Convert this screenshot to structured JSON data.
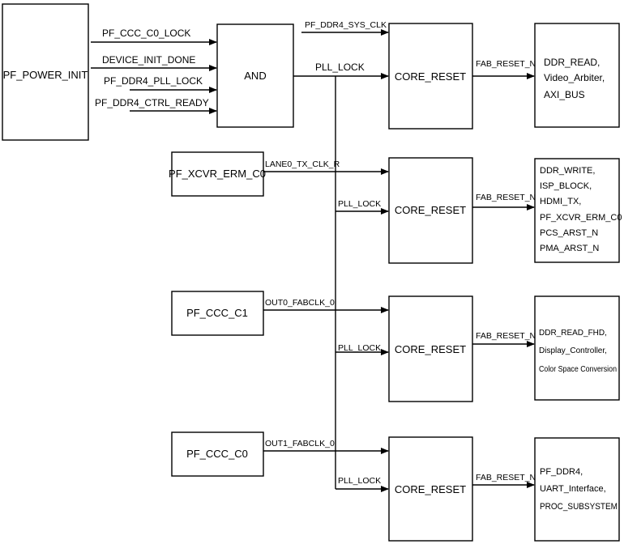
{
  "blocks": {
    "power_init": "PF_POWER_INIT",
    "and_gate": "AND",
    "xcvr": "PF_XCVR_ERM_C0",
    "ccc_c1": "PF_CCC_C1",
    "ccc_c0": "PF_CCC_C0",
    "core_reset": "CORE_RESET"
  },
  "and_inputs": [
    "PF_CCC_C0_LOCK",
    "DEVICE_INIT_DONE",
    "PF_DDR4_PLL_LOCK",
    "PF_DDR4_CTRL_READY"
  ],
  "signals": {
    "pll_lock_main": "PLL_LOCK",
    "pll_lock": "PLL_LOCK",
    "ddr4_sys_clk": "PF_DDR4_SYS_CLK",
    "lane0_tx_clk": "LANE0_TX_CLK_R",
    "out0_fabclk": "OUT0_FABCLK_0",
    "out1_fabclk": "OUT1_FABCLK_0",
    "fab_reset": "FAB_RESET_N"
  },
  "outputs": {
    "row1": [
      "DDR_READ,",
      "Video_Arbiter,",
      "AXI_BUS"
    ],
    "row2": [
      "DDR_WRITE,",
      "ISP_BLOCK,",
      "HDMI_TX,",
      "PF_XCVR_ERM_C0",
      "PCS_ARST_N",
      "PMA_ARST_N"
    ],
    "row3": [
      "DDR_READ_FHD,",
      "Display_Controller,",
      "Color Space Conversion"
    ],
    "row4": [
      "PF_DDR4,",
      "UART_Interface,",
      "PROC_SUBSYSTEM"
    ]
  }
}
